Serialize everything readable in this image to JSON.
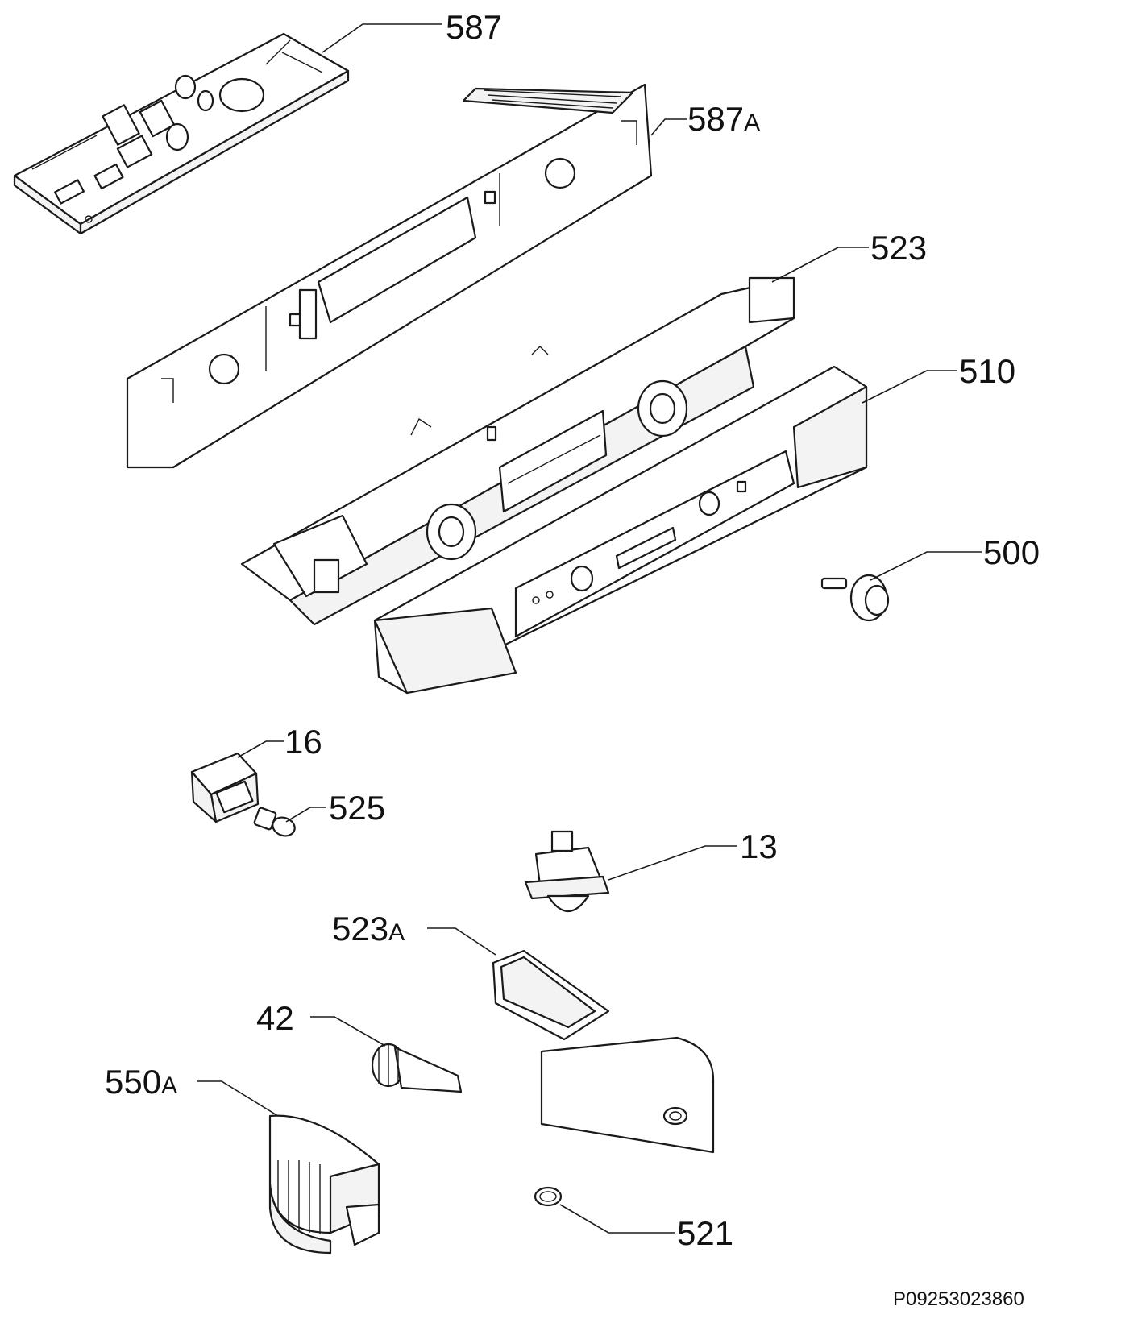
{
  "part_labels": [
    {
      "id": "587",
      "num": "587",
      "suffix": ""
    },
    {
      "id": "587a",
      "num": "587",
      "suffix": "A"
    },
    {
      "id": "523",
      "num": "523",
      "suffix": ""
    },
    {
      "id": "510",
      "num": "510",
      "suffix": ""
    },
    {
      "id": "500",
      "num": "500",
      "suffix": ""
    },
    {
      "id": "16",
      "num": "16",
      "suffix": ""
    },
    {
      "id": "525",
      "num": "525",
      "suffix": ""
    },
    {
      "id": "13",
      "num": "13",
      "suffix": ""
    },
    {
      "id": "523a",
      "num": "523",
      "suffix": "A"
    },
    {
      "id": "42",
      "num": "42",
      "suffix": ""
    },
    {
      "id": "550a",
      "num": "550",
      "suffix": "A"
    },
    {
      "id": "521",
      "num": "521",
      "suffix": ""
    }
  ],
  "reference_code": "P09253023860"
}
